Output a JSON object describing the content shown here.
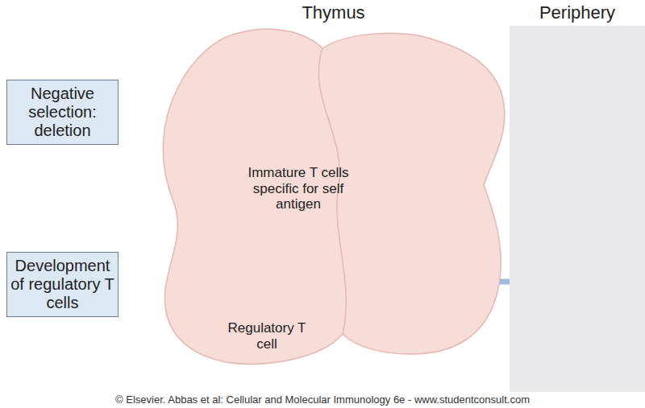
{
  "diagram": {
    "caption": "© Elsevier. Abbas et al: Cellular and Molecular Immunology 6e - www.studentconsult.com",
    "nodes": [
      {
        "text": [
          "Thymus"
        ]
      },
      {
        "text": [
          "Periphery"
        ]
      },
      {
        "text": [
          "Negative selection: deletion"
        ]
      },
      {
        "text": [
          "Development of regulatory T cells"
        ]
      },
      {
        "text": [
          "Regulatory T cell"
        ],
        "in": 0
      }
    ],
    "labels": [
      "Immature T cells specific for self antigen"
    ]
  }
}
